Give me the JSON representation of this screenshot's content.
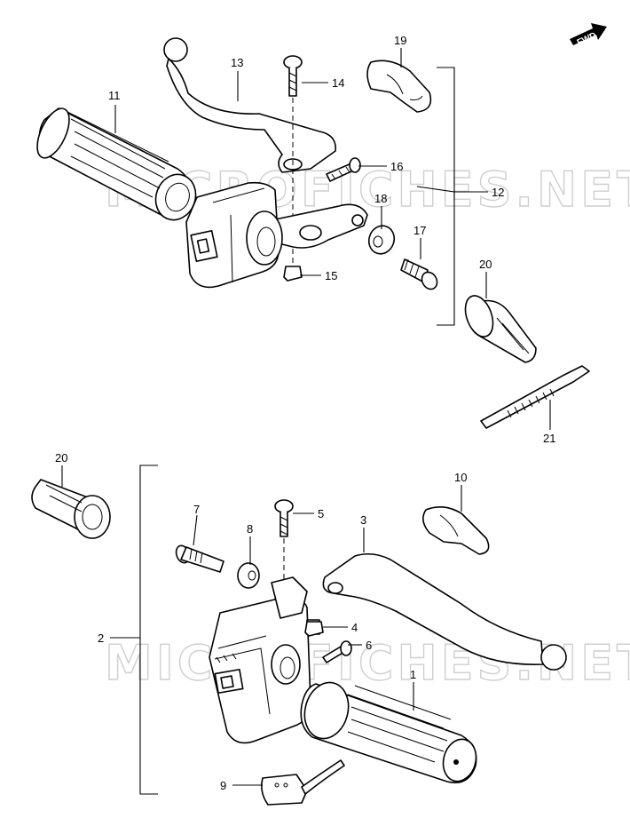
{
  "watermark": "MICROFICHES.NET",
  "fwd_label": "FWD",
  "callouts": {
    "c1": "1",
    "c2": "2",
    "c3": "3",
    "c4": "4",
    "c5": "5",
    "c6": "6",
    "c7": "7",
    "c8": "8",
    "c9": "9",
    "c10": "10",
    "c11": "11",
    "c12": "12",
    "c13": "13",
    "c14": "14",
    "c15": "15",
    "c16": "16",
    "c17": "17",
    "c18": "18",
    "c19": "19",
    "c20a": "20",
    "c20b": "20",
    "c21": "21"
  }
}
